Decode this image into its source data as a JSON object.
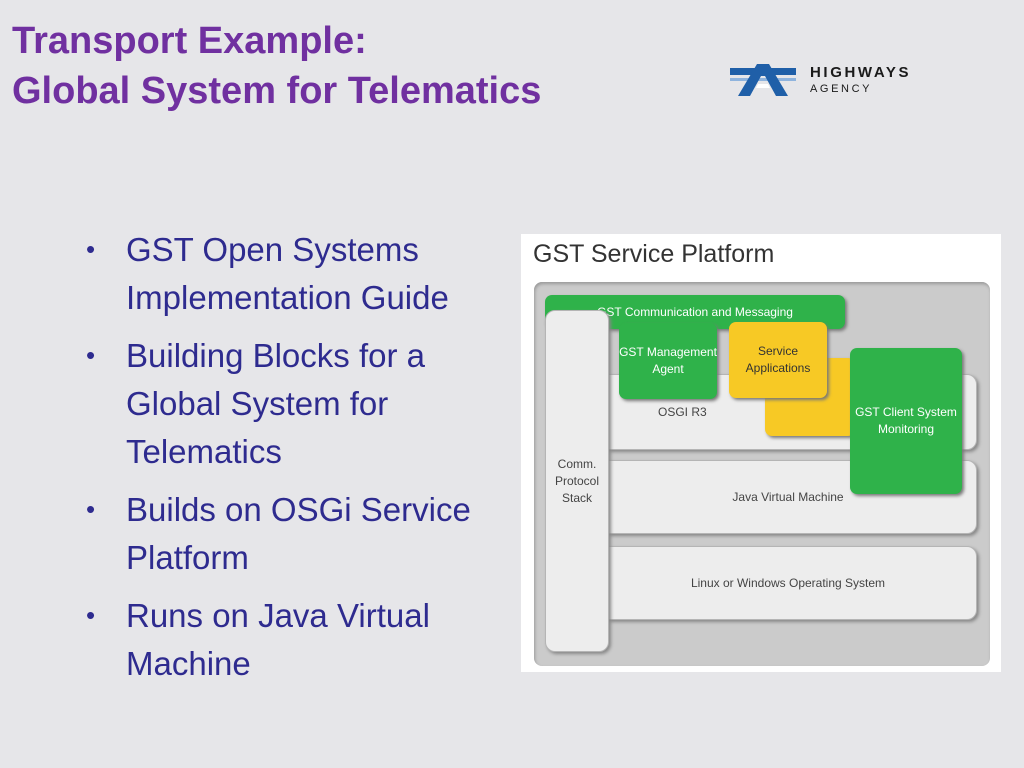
{
  "header": {
    "title_line1": "Transport Example:",
    "title_line2": "Global System for Telematics"
  },
  "logo": {
    "line1": "HIGHWAYS",
    "line2": "AGENCY",
    "icon": "highways-agency-logo-icon"
  },
  "bullets": [
    "GST Open Systems Implementation Guide",
    "Building Blocks for a Global System for Telematics",
    "Builds on OSGi Service Platform",
    "Runs on Java Virtual Machine"
  ],
  "diagram": {
    "title": "GST Service Platform",
    "comm_messaging": "GST Communication and Messaging",
    "management_agent": "GST Management Agent",
    "service_applications": "Service Applications",
    "osgi": "OSGI R3",
    "client_monitoring": "GST Client System Monitoring",
    "protocol_stack": "Comm. Protocol Stack",
    "jvm": "Java Virtual Machine",
    "os": "Linux or Windows Operating System"
  },
  "colors": {
    "title": "#7030a0",
    "bullet_text": "#2e2b8f",
    "green": "#2fb24a",
    "yellow": "#f7c925",
    "logo_blue": "#1f5fa8"
  }
}
